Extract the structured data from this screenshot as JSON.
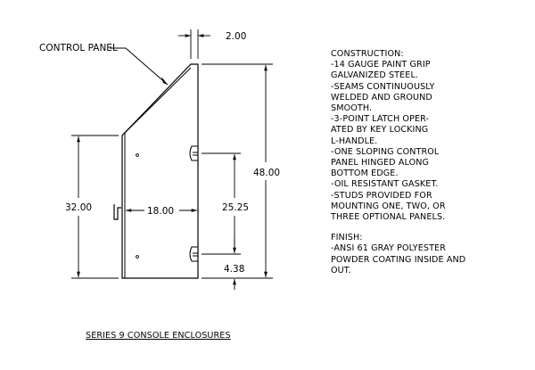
{
  "labels": {
    "control_panel": "CONTROL PANEL"
  },
  "dimensions": {
    "top_offset": "2.00",
    "overall_height": "48.00",
    "front_height": "32.00",
    "depth": "18.00",
    "latch_spacing": "25.25",
    "bottom_offset": "4.38"
  },
  "notes": {
    "construction_heading": "CONSTRUCTION:",
    "construction_lines": [
      "-14 GAUGE PAINT GRIP",
      "GALVANIZED STEEL.",
      "-SEAMS CONTINUOUSLY",
      "WELDED AND GROUND",
      "SMOOTH.",
      "-3-POINT LATCH OPER-",
      "ATED BY KEY LOCKING",
      "L-HANDLE.",
      "-ONE SLOPING CONTROL",
      "PANEL HINGED ALONG",
      "BOTTOM EDGE.",
      "-OIL RESISTANT GASKET.",
      "-STUDS PROVIDED FOR",
      "MOUNTING ONE, TWO, OR",
      "THREE OPTIONAL PANELS."
    ],
    "finish_heading": "FINISH:",
    "finish_lines": [
      "-ANSI 61 GRAY POLYESTER",
      "POWDER COATING INSIDE AND",
      "OUT."
    ]
  },
  "caption": "SERIES 9 CONSOLE ENCLOSURES"
}
